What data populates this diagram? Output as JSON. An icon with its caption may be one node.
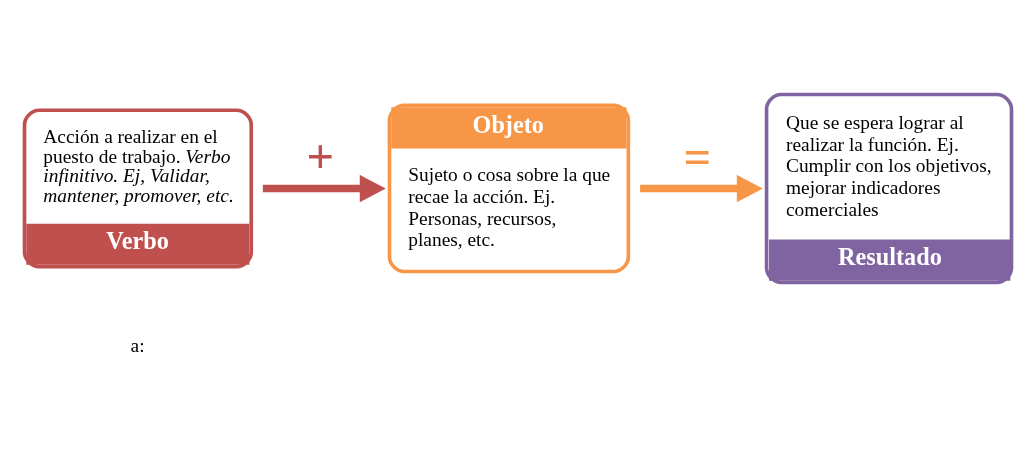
{
  "diagram": {
    "nodes": [
      {
        "text": [
          "Acción a realizar en el puesto de trabajo. *Verbo infinitivo. Ej, Validar, mantener, promover, etc.*",
          "Verbo"
        ]
      },
      {
        "text": [
          "Objeto",
          "Sujeto o cosa sobre la que recae la acción. Ej. Personas, recursos, planes, etc."
        ]
      },
      {
        "text": [
          "Que se espera lograr al realizar la función. Ej. Cumplir con los objetivos, mejorar indicadores comerciales",
          "Resultado"
        ]
      }
    ],
    "edges": [
      {
        "from": 0,
        "to": 1,
        "arrow": "to",
        "label": "+",
        "color": "#c0504d"
      },
      {
        "from": 1,
        "to": 2,
        "arrow": "to",
        "label": "=",
        "color": "#f79646"
      }
    ],
    "labels": [
      "a:"
    ]
  }
}
